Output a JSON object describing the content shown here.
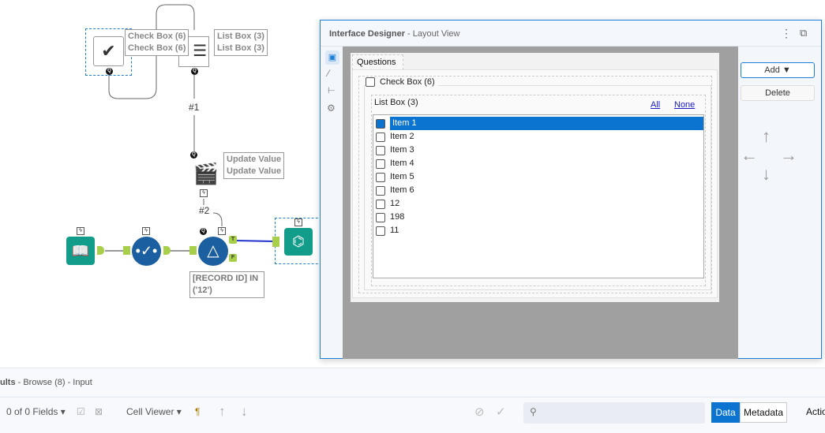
{
  "canvas": {
    "checkbox_tool_label": [
      "Check Box (6)",
      "Check Box (6)"
    ],
    "listbox_tool_label": [
      "List Box (3)",
      "List Box (3)"
    ],
    "connection_1": "#1",
    "connection_2": "#2",
    "update_value_label": [
      "Update Value",
      "Update Value"
    ],
    "filter_label": "[RECORD ID] IN ('12')",
    "filter_true": "T",
    "filter_false": "F"
  },
  "designer": {
    "title": "Interface Designer",
    "subtitle": "- Layout View",
    "tab": "Questions",
    "checkbox_label": "Check Box (6)",
    "listbox_label": "List Box (3)",
    "all_link": "All",
    "none_link": "None",
    "items": [
      "Item 1",
      "Item 2",
      "Item 3",
      "Item 4",
      "Item 5",
      "Item 6",
      "12",
      "198",
      "11"
    ],
    "selected_item": "Item 1",
    "add_button": "Add ▼",
    "delete_button": "Delete"
  },
  "results": {
    "title": "ults",
    "path": "- Browse (8) - Input",
    "fields": "0 of 0 Fields",
    "cell_viewer": "Cell Viewer",
    "search_placeholder": "",
    "data_tab": "Data",
    "metadata_tab": "Metadata",
    "actions": "Actio"
  },
  "colors": {
    "accent": "#0a74d0",
    "tool_blue": "#1b5fa0",
    "tool_teal": "#129c8a",
    "anchor_green": "#a8cf4a"
  }
}
